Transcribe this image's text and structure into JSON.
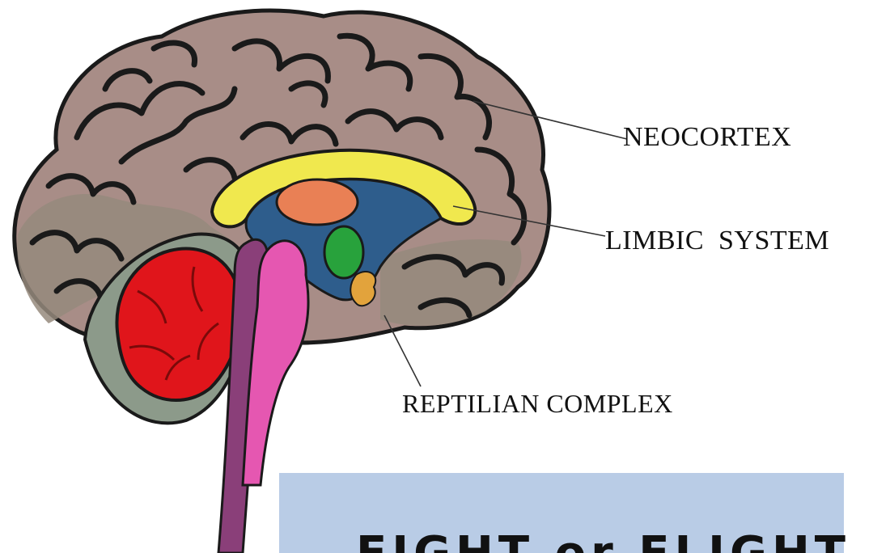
{
  "labels": {
    "neocortex": "NEOCORTEX",
    "limbic_system": "LIMBIC  SYSTEM",
    "reptilian_complex": "REPTILIAN COMPLEX"
  },
  "inset": {
    "caption": "FIGHT or FLIGHT",
    "background_color": "#b9cce6"
  },
  "colors": {
    "cortex": "#a88d87",
    "cortex_lower": "#9a8d80",
    "limbic_outline": "#f0e84e",
    "limbic_fill": "#2e5d8c",
    "thalamus": "#e98055",
    "amygdala": "#28a23c",
    "cerebellum": "#e0151b",
    "brainstem": "#e557b1",
    "spinal_cord": "#8a3f79",
    "sheath": "#8c9a8a"
  }
}
